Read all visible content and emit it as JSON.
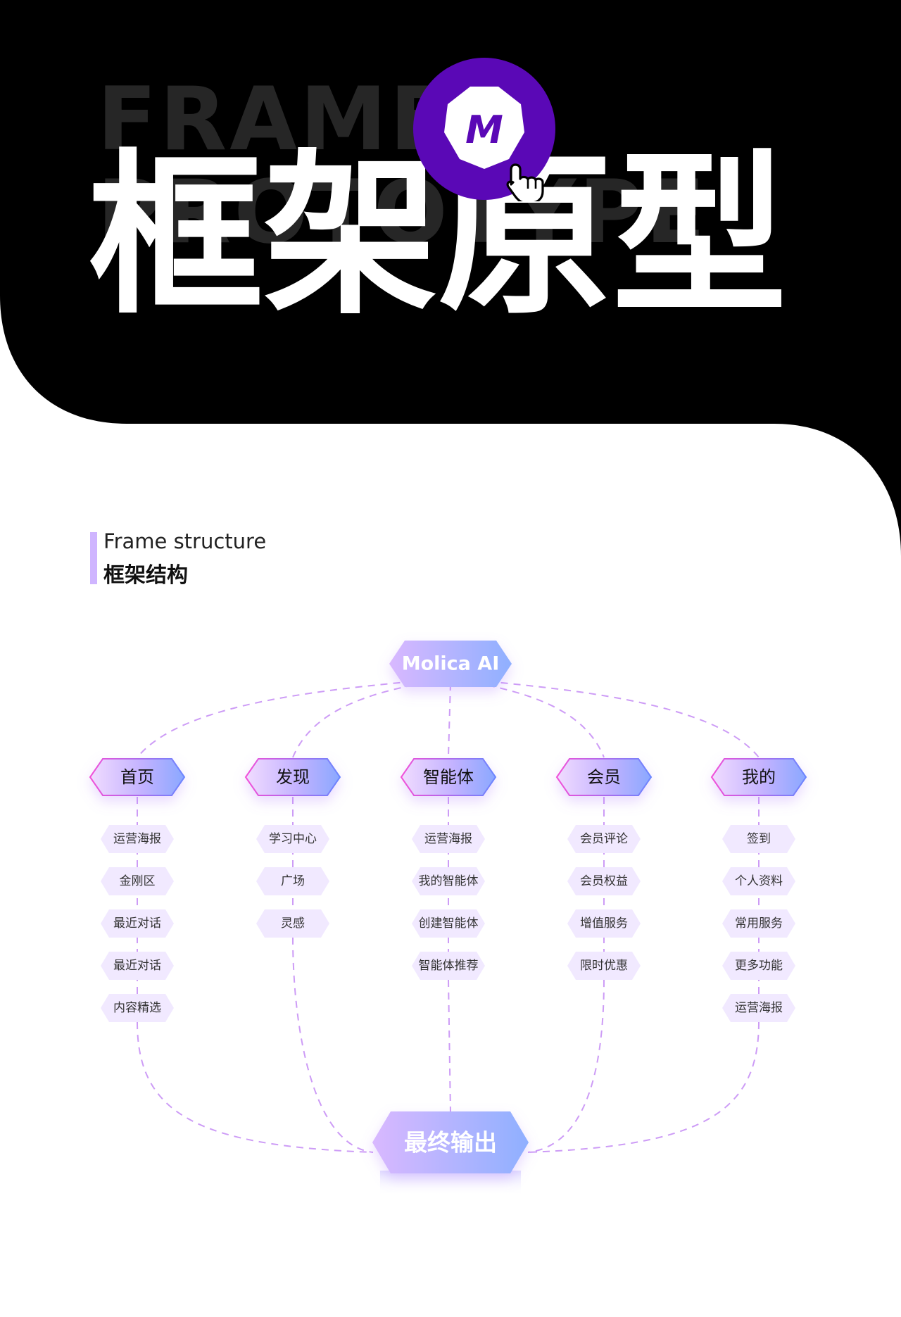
{
  "hero": {
    "ghost_line1": "FRAME",
    "ghost_line2": "PROTOTYPE",
    "title": "框架原型",
    "logo_letter": "M",
    "logo_icon": "pointer-hand-icon"
  },
  "section": {
    "title_en": "Frame structure",
    "title_zh": "框架结构"
  },
  "diagram": {
    "root": "Molica AI",
    "output": "最终输出",
    "branches": [
      {
        "label": "首页",
        "items": [
          "运营海报",
          "金刚区",
          "最近对话",
          "最近对话",
          "内容精选"
        ]
      },
      {
        "label": "发现",
        "items": [
          "学习中心",
          "广场",
          "灵感"
        ]
      },
      {
        "label": "智能体",
        "items": [
          "运营海报",
          "我的智能体",
          "创建智能体",
          "智能体推荐"
        ]
      },
      {
        "label": "会员",
        "items": [
          "会员评论",
          "会员权益",
          "增值服务",
          "限时优惠"
        ]
      },
      {
        "label": "我的",
        "items": [
          "签到",
          "个人资料",
          "常用服务",
          "更多功能",
          "运营海报"
        ]
      }
    ]
  },
  "colors": {
    "black": "#000000",
    "purple": "#5a08b6",
    "accent_pink": "#e055f0",
    "accent_blue": "#6a8cff",
    "chip": "#f1e9ff",
    "dash": "#cd9cf6"
  }
}
